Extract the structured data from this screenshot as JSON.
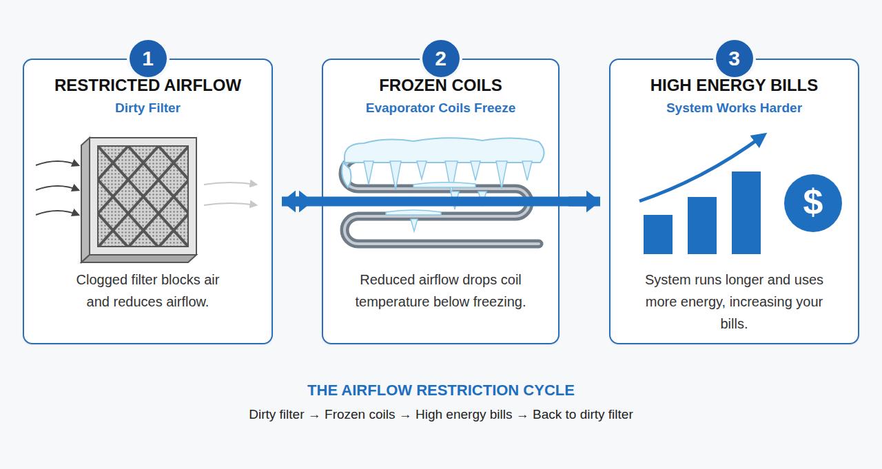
{
  "diagram": {
    "nodes": [
      {
        "text": [
          "1",
          "RESTRICTED AIRFLOW",
          "Dirty Filter",
          "Clogged filter blocks air and reduces airflow."
        ]
      },
      {
        "text": [
          "2",
          "FROZEN COILS",
          "Evaporator Coils Freeze",
          "Reduced airflow drops coil temperature below freezing."
        ]
      },
      {
        "text": [
          "3",
          "HIGH ENERGY BILLS",
          "System Works Harder",
          "System runs longer and uses more energy, increasing your bills."
        ]
      }
    ],
    "edges": [
      {
        "from": 0,
        "to": 1,
        "arrow": "to"
      },
      {
        "from": 1,
        "to": 2,
        "arrow": "to"
      },
      {
        "from": 2,
        "to": 0,
        "arrow": "to"
      }
    ],
    "labels": [
      "$",
      "THE AIRFLOW RESTRICTION CYCLE",
      "Dirty filter → Frozen coils → High energy bills → Back to dirty filter"
    ]
  }
}
